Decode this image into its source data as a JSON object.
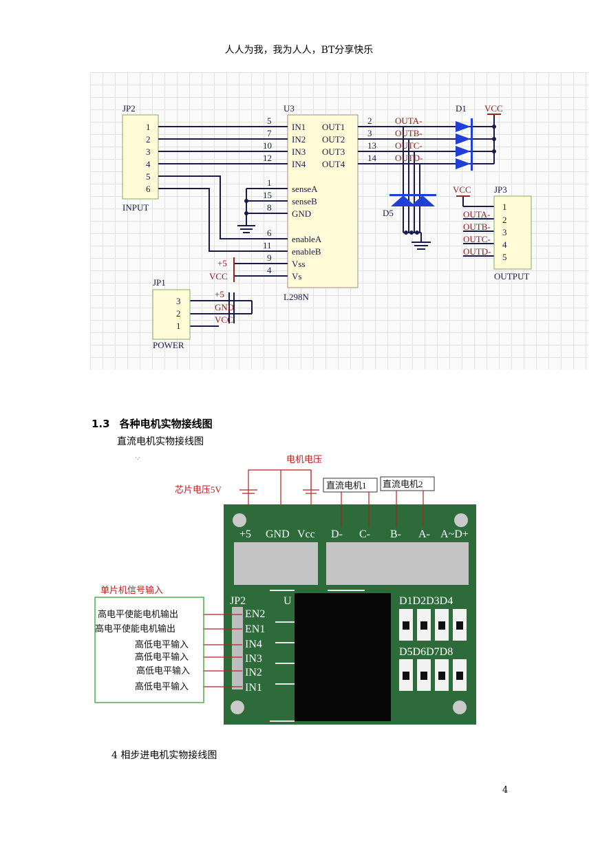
{
  "header": "人人为我，我为人人，BT分享快乐",
  "schematic": {
    "jp2": {
      "ref": "JP2",
      "label": "INPUT",
      "pins": [
        "1",
        "2",
        "3",
        "4",
        "5",
        "6"
      ]
    },
    "u3": {
      "ref": "U3",
      "part": "L298N",
      "left_pins": [
        {
          "num": "5",
          "name": "IN1"
        },
        {
          "num": "7",
          "name": "IN2"
        },
        {
          "num": "10",
          "name": "IN3"
        },
        {
          "num": "12",
          "name": "IN4"
        },
        {
          "num": "1",
          "name": "senseA"
        },
        {
          "num": "15",
          "name": "senseB"
        },
        {
          "num": "8",
          "name": "GND"
        },
        {
          "num": "6",
          "name": "enableA"
        },
        {
          "num": "11",
          "name": "enableB"
        },
        {
          "num": "9",
          "name": "Vss"
        },
        {
          "num": "4",
          "name": "Vs"
        }
      ],
      "right_pins": [
        {
          "num": "2",
          "name": "OUT1",
          "net": "OUTA-"
        },
        {
          "num": "3",
          "name": "OUT2",
          "net": "OUTB-"
        },
        {
          "num": "13",
          "name": "OUT3",
          "net": "OUTC-"
        },
        {
          "num": "14",
          "name": "OUT4",
          "net": "OUTD-"
        }
      ]
    },
    "d1": "D1",
    "d5": "D5",
    "vcc": "VCC",
    "plus5": "+5",
    "jp3": {
      "ref": "JP3",
      "label": "OUTPUT",
      "pins": [
        "1",
        "2",
        "3",
        "4",
        "5"
      ],
      "nets": [
        "OUTA-",
        "OUTB-",
        "OUTC-",
        "OUTD-"
      ]
    },
    "jp1": {
      "ref": "JP1",
      "label": "POWER",
      "pins": [
        "3",
        "2",
        "1"
      ],
      "nets": [
        "+5",
        "GND",
        "VCC"
      ]
    }
  },
  "section": {
    "number": "1.3",
    "title": "各种电机实物接线图"
  },
  "subtitle1": "直流电机实物接线图",
  "photo": {
    "motor_voltage": "电机电压",
    "chip_voltage": "芯片电压5V",
    "motor1": "直流电机1",
    "motor2": "直流电机2",
    "terminals": [
      "+5",
      "GND",
      "Vcc",
      "D-",
      "C-",
      "B-",
      "A-",
      "A~D+"
    ],
    "mcu_input": "单片机信号输入",
    "jp2": "JP2",
    "u": "U",
    "pins": [
      "EN2",
      "EN1",
      "IN4",
      "IN3",
      "IN2",
      "IN1"
    ],
    "inputs": [
      "高电平使能电机输出",
      "高电平使能电机输出",
      "高低电平输入",
      "高低电平输入",
      "高低电平输入",
      "高低电平输入"
    ],
    "diodes_top": "D1D2D3D4",
    "diodes_bottom": "D5D6D7D8",
    "dots": "·.·"
  },
  "subtitle2": "4 相步进电机实物接线图",
  "page_number": "4",
  "colors": {
    "pcb": "#2e6b3a",
    "wire_red": "#b22222",
    "box_green": "#4caf50",
    "diode_blue": "#1f3fd6",
    "wire_dark": "#1a1a4a"
  }
}
